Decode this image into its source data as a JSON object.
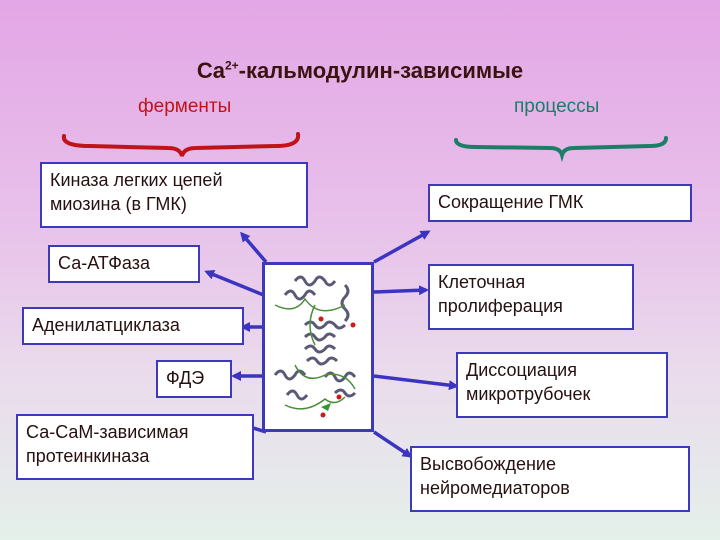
{
  "title": {
    "main": "Ca",
    "sup": "2+",
    "rest": "-кальмодулин-зависимые"
  },
  "left_heading": "ферменты",
  "right_heading": "процессы",
  "colors": {
    "box_border": "#3c3ab8",
    "left_accent": "#c01418",
    "right_accent": "#1b7e66",
    "arrow": "#3a34c0"
  },
  "enzymes": [
    "Киназа легких цепей\nмиозина (в ГМК)",
    "Са-АТФаза",
    "Аденилатциклаза",
    "ФДЭ",
    "Са-СаМ-зависимая\nпротеинкиназа"
  ],
  "processes": [
    "Сокращение ГМК",
    "Клеточная\nпролиферация",
    "Диссоциация\nмикротрубочек",
    "Высвобождение\nнейромедиаторов"
  ],
  "center_image": "calmodulin-protein-structure"
}
